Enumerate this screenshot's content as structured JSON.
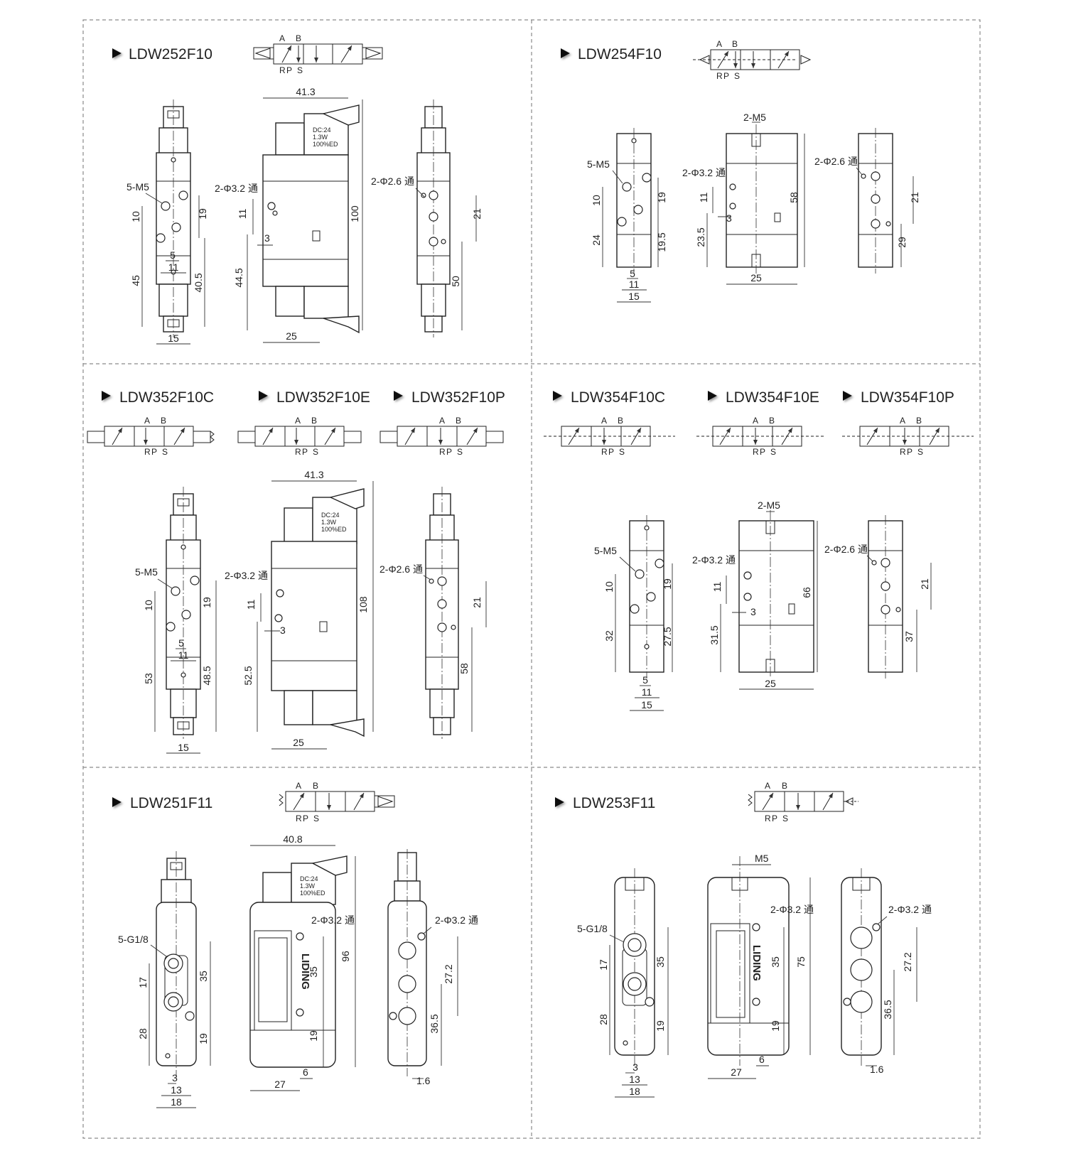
{
  "panels": [
    {
      "id": "p1",
      "model": "LDW252F10",
      "ports": {
        "top": [
          "A",
          "B"
        ],
        "bottom": [
          "R",
          "P",
          "S"
        ]
      },
      "front": {
        "dims": [
          "5-M5",
          "10",
          "19",
          "45",
          "40.5",
          "5",
          "11",
          "15"
        ]
      },
      "side": {
        "dims": [
          "41.3",
          "2-Φ3.2 通",
          "11",
          "3",
          "44.5",
          "100",
          "25"
        ],
        "label": [
          "DC:24",
          "1.3W",
          "100%ED"
        ]
      },
      "rear": {
        "dims": [
          "2-Φ2.6 通",
          "21",
          "50"
        ]
      }
    },
    {
      "id": "p2",
      "model": "LDW254F10",
      "ports": {
        "top": [
          "A",
          "B"
        ],
        "bottom": [
          "R",
          "P",
          "S"
        ]
      },
      "front": {
        "dims": [
          "5-M5",
          "10",
          "19",
          "24",
          "19.5",
          "5",
          "11",
          "15"
        ]
      },
      "side": {
        "dims": [
          "2-M5",
          "2-Φ3.2 通",
          "11",
          "3",
          "23.5",
          "58",
          "25"
        ]
      },
      "rear": {
        "dims": [
          "2-Φ2.6 通",
          "21",
          "29"
        ]
      }
    },
    {
      "id": "p3",
      "models": [
        "LDW352F10C",
        "LDW352F10E",
        "LDW352F10P"
      ],
      "ports": {
        "top": [
          "A",
          "B"
        ],
        "bottom": [
          "R",
          "P",
          "S"
        ]
      },
      "front": {
        "dims": [
          "5-M5",
          "10",
          "19",
          "53",
          "48.5",
          "5",
          "11",
          "15"
        ]
      },
      "side": {
        "dims": [
          "41.3",
          "2-Φ3.2 通",
          "11",
          "3",
          "52.5",
          "108",
          "25"
        ],
        "label": [
          "DC:24",
          "1.3W",
          "100%ED"
        ]
      },
      "rear": {
        "dims": [
          "2-Φ2.6 通",
          "21",
          "58"
        ]
      }
    },
    {
      "id": "p4",
      "models": [
        "LDW354F10C",
        "LDW354F10E",
        "LDW354F10P"
      ],
      "ports": {
        "top": [
          "A",
          "B"
        ],
        "bottom": [
          "R",
          "P",
          "S"
        ]
      },
      "front": {
        "dims": [
          "5-M5",
          "10",
          "19",
          "32",
          "27.5",
          "5",
          "11",
          "15"
        ]
      },
      "side": {
        "dims": [
          "2-M5",
          "2-Φ3.2 通",
          "11",
          "3",
          "31.5",
          "66",
          "25"
        ]
      },
      "rear": {
        "dims": [
          "2-Φ2.6 通",
          "21",
          "37"
        ]
      }
    },
    {
      "id": "p5",
      "model": "LDW251F11",
      "ports": {
        "top": [
          "A",
          "B"
        ],
        "bottom": [
          "R",
          "P",
          "S"
        ]
      },
      "front": {
        "dims": [
          "5-G1/8",
          "17",
          "28",
          "35",
          "19",
          "3",
          "13",
          "18"
        ]
      },
      "side": {
        "dims": [
          "40.8",
          "2-Φ3.2 通",
          "35",
          "19",
          "96",
          "27",
          "6"
        ],
        "label": [
          "DC:24",
          "1.3W",
          "100%ED"
        ],
        "brand": "LIDING"
      },
      "rear": {
        "dims": [
          "2-Φ3.2 通",
          "27.2",
          "36.5",
          "1.6"
        ]
      }
    },
    {
      "id": "p6",
      "model": "LDW253F11",
      "ports": {
        "top": [
          "A",
          "B"
        ],
        "bottom": [
          "R",
          "P",
          "S"
        ]
      },
      "front": {
        "dims": [
          "5-G1/8",
          "17",
          "28",
          "35",
          "19",
          "3",
          "13",
          "18"
        ]
      },
      "side": {
        "dims": [
          "M5",
          "2-Φ3.2 通",
          "35",
          "19",
          "75",
          "27",
          "6"
        ],
        "brand": "LIDING"
      },
      "rear": {
        "dims": [
          "2-Φ3.2 通",
          "27.2",
          "36.5",
          "1.6"
        ]
      }
    }
  ]
}
